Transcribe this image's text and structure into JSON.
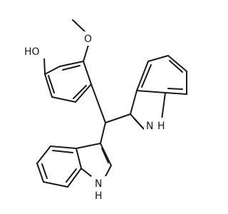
{
  "molecule": {
    "atom_labels": {
      "hydroxyl": "HO",
      "methoxy_oxygen": "O",
      "indole_nh_upper": "N",
      "indole_nh_upper_h": "H",
      "indole_nh_lower": "N",
      "indole_nh_lower_h": "H"
    },
    "colors": {
      "bond": "#1a1a1a",
      "label": "#1a1a1a",
      "background": "#ffffff"
    }
  }
}
